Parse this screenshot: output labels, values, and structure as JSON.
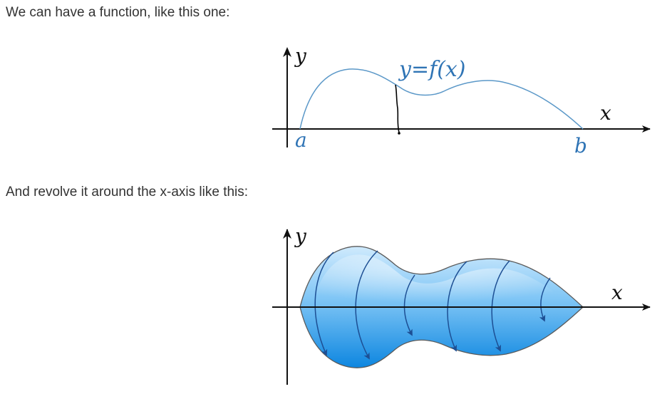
{
  "text": {
    "intro_caption": "We can have a function, like this one:",
    "revolve_caption": "And revolve it around the x-axis like this:"
  },
  "diagram1": {
    "y_axis_label": "y",
    "x_axis_label": "x",
    "curve_label": "y=f(x)",
    "a_label": "a",
    "b_label": "b"
  },
  "diagram2": {
    "y_axis_label": "y",
    "x_axis_label": "x"
  },
  "colors": {
    "curve_blue": "#5b98c8",
    "label_blue": "#2f74b5",
    "solid_light": "#bfe2fb",
    "solid_dark": "#1a8ee4",
    "arrow_blue": "#1d4f94",
    "axis_black": "#111111"
  }
}
